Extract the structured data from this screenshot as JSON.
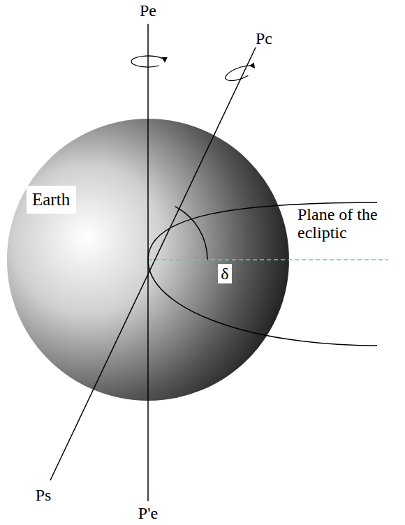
{
  "diagram": {
    "nodes": [
      {
        "text": [
          "Earth"
        ]
      }
    ],
    "labels": [
      "Pe",
      "Pc",
      "δ",
      "Plane of the ecliptic",
      "Ps",
      "P'e"
    ]
  }
}
